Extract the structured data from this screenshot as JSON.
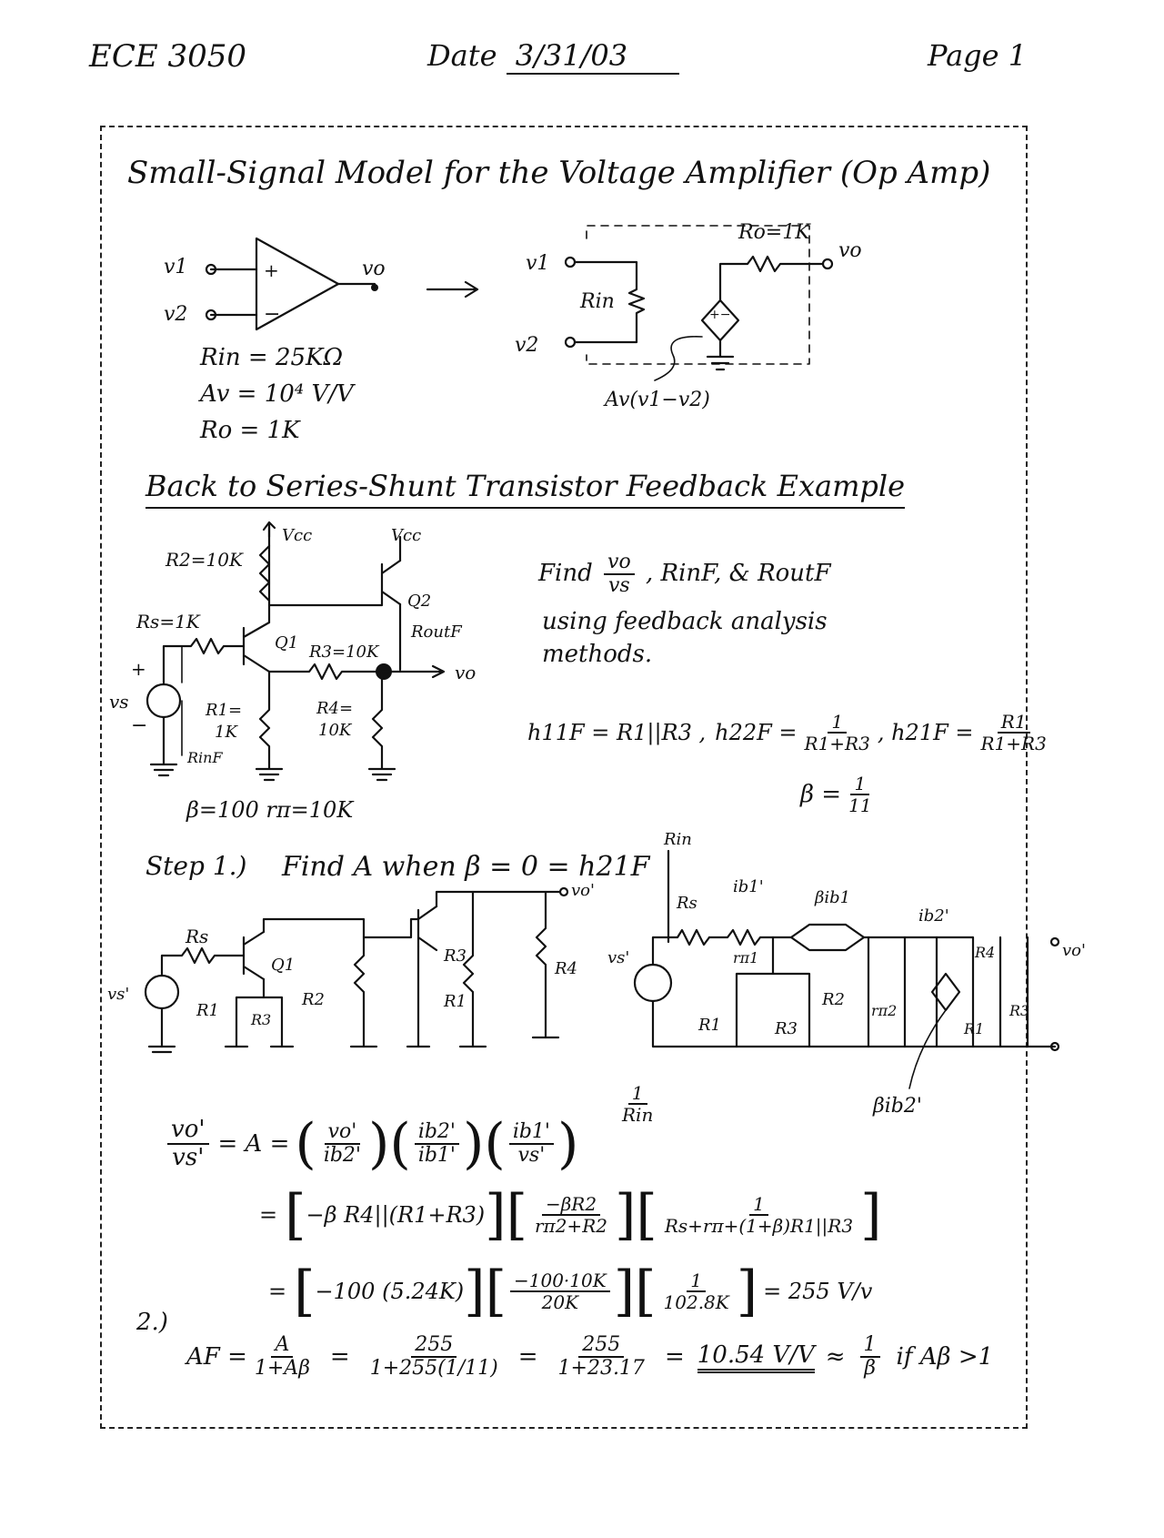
{
  "header": {
    "course": "ECE 3050",
    "date_label": "Date",
    "date_value": "3/31/03",
    "page": "Page 1"
  },
  "section1": {
    "title": "Small-Signal Model for the Voltage Amplifier (Op Amp)",
    "params": [
      "Rin = 25KΩ",
      "Av = 10⁴ V/V",
      "Ro = 1K"
    ],
    "opamp_labels": {
      "in1": "v1",
      "in2": "v2",
      "out": "vo",
      "plus": "+",
      "minus": "−"
    },
    "model_labels": {
      "rin": "Rin",
      "ro": "Ro=1K",
      "vo": "vo",
      "v1": "v1",
      "v2": "v2",
      "source": "Av(v1−v2)",
      "src_sign": "+−"
    }
  },
  "section2": {
    "title": "Back to Series-Shunt Transistor Feedback Example",
    "circuit_labels": {
      "vcc1": "Vcc",
      "vcc2": "Vcc",
      "r2": "R2=10K",
      "rs": "Rs=1K",
      "q1": "Q1",
      "q2": "Q2",
      "r3": "R3=10K",
      "r1": "R1=",
      "r1b": "1K",
      "r4": "R4=",
      "r4b": "10K",
      "routf": "RoutF",
      "rinf": "RinF",
      "vs": "vs",
      "vo": "vo",
      "plus": "+",
      "minus": "−"
    },
    "transistor_params": "β=100   rπ=10K",
    "task_lines": [
      "Find vo/vs , RinF, & RoutF",
      "using feedback analysis",
      "methods."
    ],
    "task_prefix": "Find",
    "task_frac_num": "vo",
    "task_frac_den": "vs",
    "task_rest": ", RinF, & RoutF",
    "h_params": {
      "h11f": "h11F = R1||R3 ,",
      "h22f_lhs": "h22F =",
      "h22f_num": "1",
      "h22f_den": "R1+R3",
      "h21f_lhs": ", h21F =",
      "h21f_num": "R1",
      "h21f_den": "R1+R3"
    },
    "beta_lhs": "β =",
    "beta_num": "1",
    "beta_den": "11"
  },
  "step1": {
    "label": "Step 1.)",
    "text": "Find A when β = 0 = h21F",
    "left_circuit_labels": {
      "rs": "Rs",
      "q1": "Q1",
      "r1": "R1",
      "r3": "R3",
      "r2": "R2",
      "r3b": "R3",
      "r1b": "R1",
      "r4": "R4",
      "vo": "vo'",
      "vs": "vs'"
    },
    "right_circuit_labels": {
      "rin": "Rin",
      "rs": "Rs",
      "ib1": "ib1'",
      "rpi1": "rπ1",
      "bib1": "βib1",
      "r1": "R1",
      "r3": "R3",
      "r2": "R2",
      "rpi2": "rπ2",
      "ib2": "ib2'",
      "r4": "R4",
      "r1b": "R1",
      "r3b": "R3",
      "vo": "vo'",
      "vs": "vs'",
      "bib2": "βib2'"
    }
  },
  "equations": {
    "a_lhs_num": "vo'",
    "a_lhs_den": "vs'",
    "a_eq": "= A =",
    "term1_num": "vo'",
    "term1_den": "ib2'",
    "term2_num": "ib2'",
    "term2_den": "ib1'",
    "term3_num": "ib1'",
    "term3_den": "vs'",
    "annot_num": "1",
    "annot_den": "Rin",
    "line2_eq": "=",
    "line2_t1": "−β R4||(R1+R3)",
    "line2_t2_num": "−βR2",
    "line2_t2_den": "rπ2+R2",
    "line2_t3_num": "1",
    "line2_t3_den": "Rs+rπ+(1+β)R1||R3",
    "line3_eq": "=",
    "line3_t1": "−100 (5.24K)",
    "line3_t2_num": "−100·10K",
    "line3_t2_den": "20K",
    "line3_t3_num": "1",
    "line3_t3_den": "102.8K",
    "line3_result": "= 255 V/v",
    "step2_label": "2.)",
    "af_lhs": "AF =",
    "af_f1_num": "A",
    "af_f1_den": "1+Aβ",
    "af_eq1": "=",
    "af_f2_num": "255",
    "af_f2_den": "1+255(1/11)",
    "af_eq2": "=",
    "af_f3_num": "255",
    "af_f3_den": "1+23.17",
    "af_eq3": "=",
    "af_result": "10.54 V/V",
    "af_approx": "≈",
    "af_approx_num": "1",
    "af_approx_den": "β",
    "af_cond": "if Aβ >1"
  }
}
